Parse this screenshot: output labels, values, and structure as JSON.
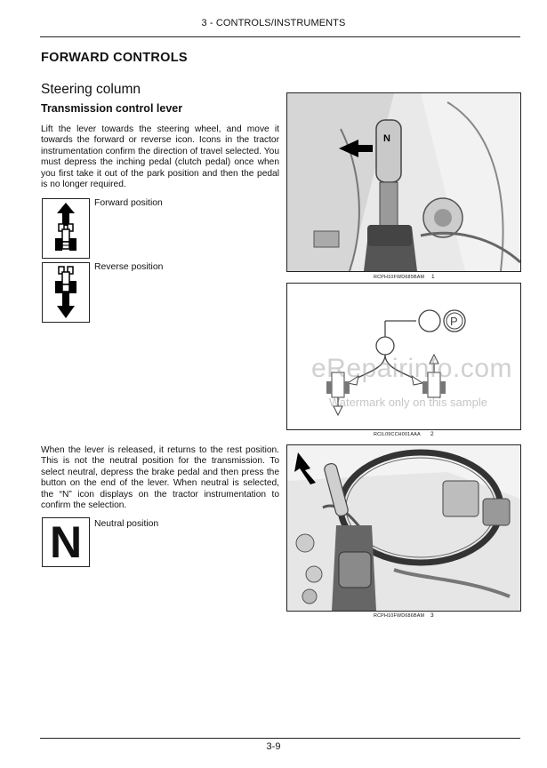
{
  "header": {
    "running_title": "3 - CONTROLS/INSTRUMENTS"
  },
  "section": {
    "title": "FORWARD CONTROLS",
    "subsection": "Steering column",
    "subheading": "Transmission control lever"
  },
  "paragraphs": {
    "intro": "Lift the lever towards the steering wheel, and move it towards the forward or reverse icon. Icons in the tractor instrumentation confirm the direction of travel selected. You must depress the inching pedal (clutch pedal) once when you first take it out of the park position and then the pedal is no longer required.",
    "release": "When the lever is released, it returns to the rest position. This is not the neutral position for the transmission. To select neutral, depress the brake pedal and then press the button on the end of the lever. When neutral is selected, the “N” icon displays on the tractor instrumentation to confirm the selection."
  },
  "icons": [
    {
      "name": "forward-tractor-icon",
      "label": "Forward position"
    },
    {
      "name": "reverse-tractor-icon",
      "label": "Reverse position"
    },
    {
      "name": "neutral-n-icon",
      "label": "Neutral position",
      "glyph": "N"
    }
  ],
  "figures": [
    {
      "code": "RCPH10FWD685BAM",
      "number": "1",
      "lever_label": "N"
    },
    {
      "code": "RCIL09CCH001AAA",
      "number": "2",
      "park_label": "P"
    },
    {
      "code": "RCPH10FWD686BAM",
      "number": "3"
    }
  ],
  "watermark": {
    "text": "eRepairinfo.com",
    "note": "Watermark only on this sample"
  },
  "footer": {
    "page_number": "3-9"
  }
}
